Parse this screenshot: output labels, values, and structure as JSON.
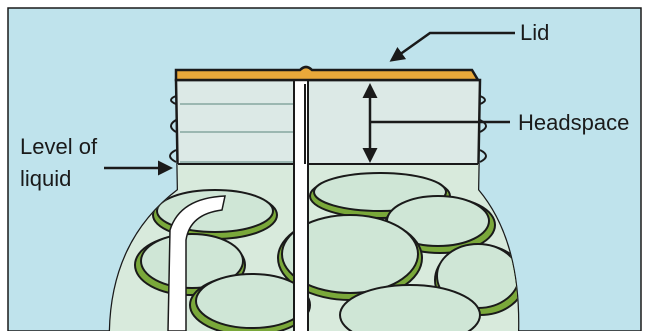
{
  "labels": {
    "lid": "Lid",
    "headspace": "Headspace",
    "level_of_liquid_line1": "Level of",
    "level_of_liquid_line2": "liquid"
  },
  "colors": {
    "background": "#bfe3ec",
    "jar_glass": "#dce9e6",
    "lid": "#e9a93a",
    "slice_fill": "#cfe6d6",
    "slice_rim": "#7aa83a",
    "outline": "#1a1a1a"
  }
}
